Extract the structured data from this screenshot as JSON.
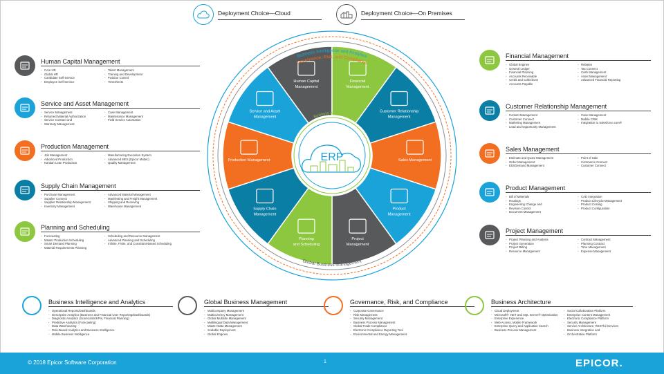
{
  "deployment": {
    "cloud": "Deployment Choice—Cloud",
    "onprem": "Deployment Choice—On Premises"
  },
  "wheel": {
    "ring_outer": "Business Intelligence and Analytics",
    "ring_grc": "Governance, Risk, and Compliance",
    "ring_arch": "Business Architecture",
    "ring_bottom": "Global Business Management",
    "center": "ERP",
    "segments": [
      {
        "label1": "Human Capital",
        "label2": "Management",
        "color": "#58595b"
      },
      {
        "label1": "Financial",
        "label2": "Management",
        "color": "#8dc63f"
      },
      {
        "label1": "Customer Relationship",
        "label2": "Management",
        "color": "#0a7ea4"
      },
      {
        "label1": "Sales Management",
        "label2": "",
        "color": "#f26f21"
      },
      {
        "label1": "Product",
        "label2": "Management",
        "color": "#1aa3d9"
      },
      {
        "label1": "Project",
        "label2": "Management",
        "color": "#58595b"
      },
      {
        "label1": "Planning",
        "label2": "and Scheduling",
        "color": "#8dc63f"
      },
      {
        "label1": "Supply Chain",
        "label2": "Management",
        "color": "#0a7ea4"
      },
      {
        "label1": "Production Management",
        "label2": "",
        "color": "#f26f21"
      },
      {
        "label1": "Service and Asset",
        "label2": "Management",
        "color": "#1aa3d9"
      }
    ]
  },
  "left": [
    {
      "title": "Human Capital Management",
      "color": "#58595b",
      "col1": [
        "Core HR",
        "Global HR",
        "Candidate Self-Service",
        "Employee Self-Service"
      ],
      "col2": [
        "Talent Management",
        "Training and Development",
        "Position Control",
        "Timesheets"
      ]
    },
    {
      "title": "Service and Asset Management",
      "color": "#1aa3d9",
      "col1": [
        "Service Management",
        "Returned Material Authorization",
        "Service Contract and",
        "Warranty Management"
      ],
      "col2": [
        "Case Management",
        "Maintenance Management",
        "Field Service Automation"
      ]
    },
    {
      "title": "Production Management",
      "color": "#f26f21",
      "col1": [
        "Job Management",
        "Advanced Production",
        "Kanban Lean Production"
      ],
      "col2": [
        "Manufacturing Execution System",
        "Advanced MES (Epicor Mattec)",
        "Quality Management"
      ]
    },
    {
      "title": "Supply Chain Management",
      "color": "#0a7ea4",
      "col1": [
        "Purchase Management",
        "Supplier Connect",
        "Supplier Relationship Management",
        "Inventory Management"
      ],
      "col2": [
        "Advanced Material Management",
        "Manifesting and Freight Management",
        "Shipping and Receiving",
        "Warehouse Management"
      ]
    },
    {
      "title": "Planning and Scheduling",
      "color": "#8dc63f",
      "col1": [
        "Forecasting",
        "Master Production Scheduling",
        "Smart Demand Planning",
        "Material Requirements Planning"
      ],
      "col2": [
        "Scheduling and Resource Management",
        "Advanced Planning and Scheduling",
        "Infinite, Finite, and Constraint-Based Scheduling"
      ]
    }
  ],
  "right": [
    {
      "title": "Financial Management",
      "color": "#8dc63f",
      "col1": [
        "Global Engines",
        "General Ledger",
        "Financial Planning",
        "Accounts Receivable",
        "Credit and Collections",
        "Accounts Payable"
      ],
      "col2": [
        "Rebates",
        "Tax Connect",
        "Cash Management",
        "Asset Management",
        "Advanced Financial Reporting"
      ]
    },
    {
      "title": "Customer Relationship Management",
      "color": "#0a7ea4",
      "col1": [
        "Contact Management",
        "Customer Connect",
        "Marketing Management",
        "Lead and Opportunity Management"
      ],
      "col2": [
        "Case Management",
        "Mobile CRM",
        "Integration to Salesforce.com®"
      ]
    },
    {
      "title": "Sales Management",
      "color": "#f26f21",
      "col1": [
        "Estimate and Quote Management",
        "Order Management",
        "EDI/Demand Management"
      ],
      "col2": [
        "Point of Sale",
        "Commerce Connect",
        "Customer Connect"
      ]
    },
    {
      "title": "Product Management",
      "color": "#1aa3d9",
      "col1": [
        "Bill of Materials",
        "Routings",
        "Engineering Change and",
        "Revision Control",
        "Document Management"
      ],
      "col2": [
        "CAD Integration",
        "Product Lifecycle Management",
        "Product Costing",
        "Product Configuration"
      ]
    },
    {
      "title": "Project Management",
      "color": "#58595b",
      "col1": [
        "Project Planning and Analysis",
        "Project Generation",
        "Project Billing",
        "Resource Management"
      ],
      "col2": [
        "Contract Management",
        "Planning Contract",
        "Time Management",
        "Expense Management"
      ]
    }
  ],
  "bottom": [
    {
      "title": "Business Intelligence and Analytics",
      "color": "#1aa3d9",
      "col1": [
        "Operational Reports/Dashboards",
        "Descriptive Analytics (Business and Financial User Reporting/Dashboards)",
        "Diagnostic Analytics (Scorecards/KPIs, Financial Planning)",
        "Predictive Analytics (Forecasting)",
        "Data Warehousing",
        "Role-Based Analytics and Business Intelligence",
        "Mobile Business Intelligence"
      ],
      "col2": []
    },
    {
      "title": "Global Business Management",
      "color": "#58595b",
      "col1": [
        "Multicompany Management",
        "Multicurrency Management",
        "Global Multisite Management",
        "Multilingual Data Management",
        "Master Data Management",
        "Scalable Deployment",
        "Global Engines"
      ],
      "col2": []
    },
    {
      "title": "Governance, Risk, and Compliance",
      "color": "#f26f21",
      "col1": [
        "Corporate Governance",
        "Risk Management",
        "Security Management",
        "Business Process Management",
        "Global Trade Compliance",
        "Electronic Compliance Reporting Tool",
        "Environmental and Energy Management"
      ],
      "col2": []
    },
    {
      "title": "Business Architecture",
      "color": "#8dc63f",
      "col1": [
        "Cloud Deployment",
        "Microsoft® .NET and SQL Server® Optimization",
        "Enterprise Experience",
        "Web Access, Mobile Framework",
        "Enterprise Query and Application Search",
        "Business Process Management"
      ],
      "col2": [
        "Social Collaboration Platform",
        "Enterprise Content Management",
        "Electronic Compliance Platform",
        "Security Management",
        "Service Architecture, RESTful Services",
        "Business Integration and",
        "Orchestration Platform"
      ]
    }
  ],
  "footer": {
    "copyright": "© 2018 Epicor Software Corporation",
    "page": "1",
    "logo": "EPICOR."
  }
}
